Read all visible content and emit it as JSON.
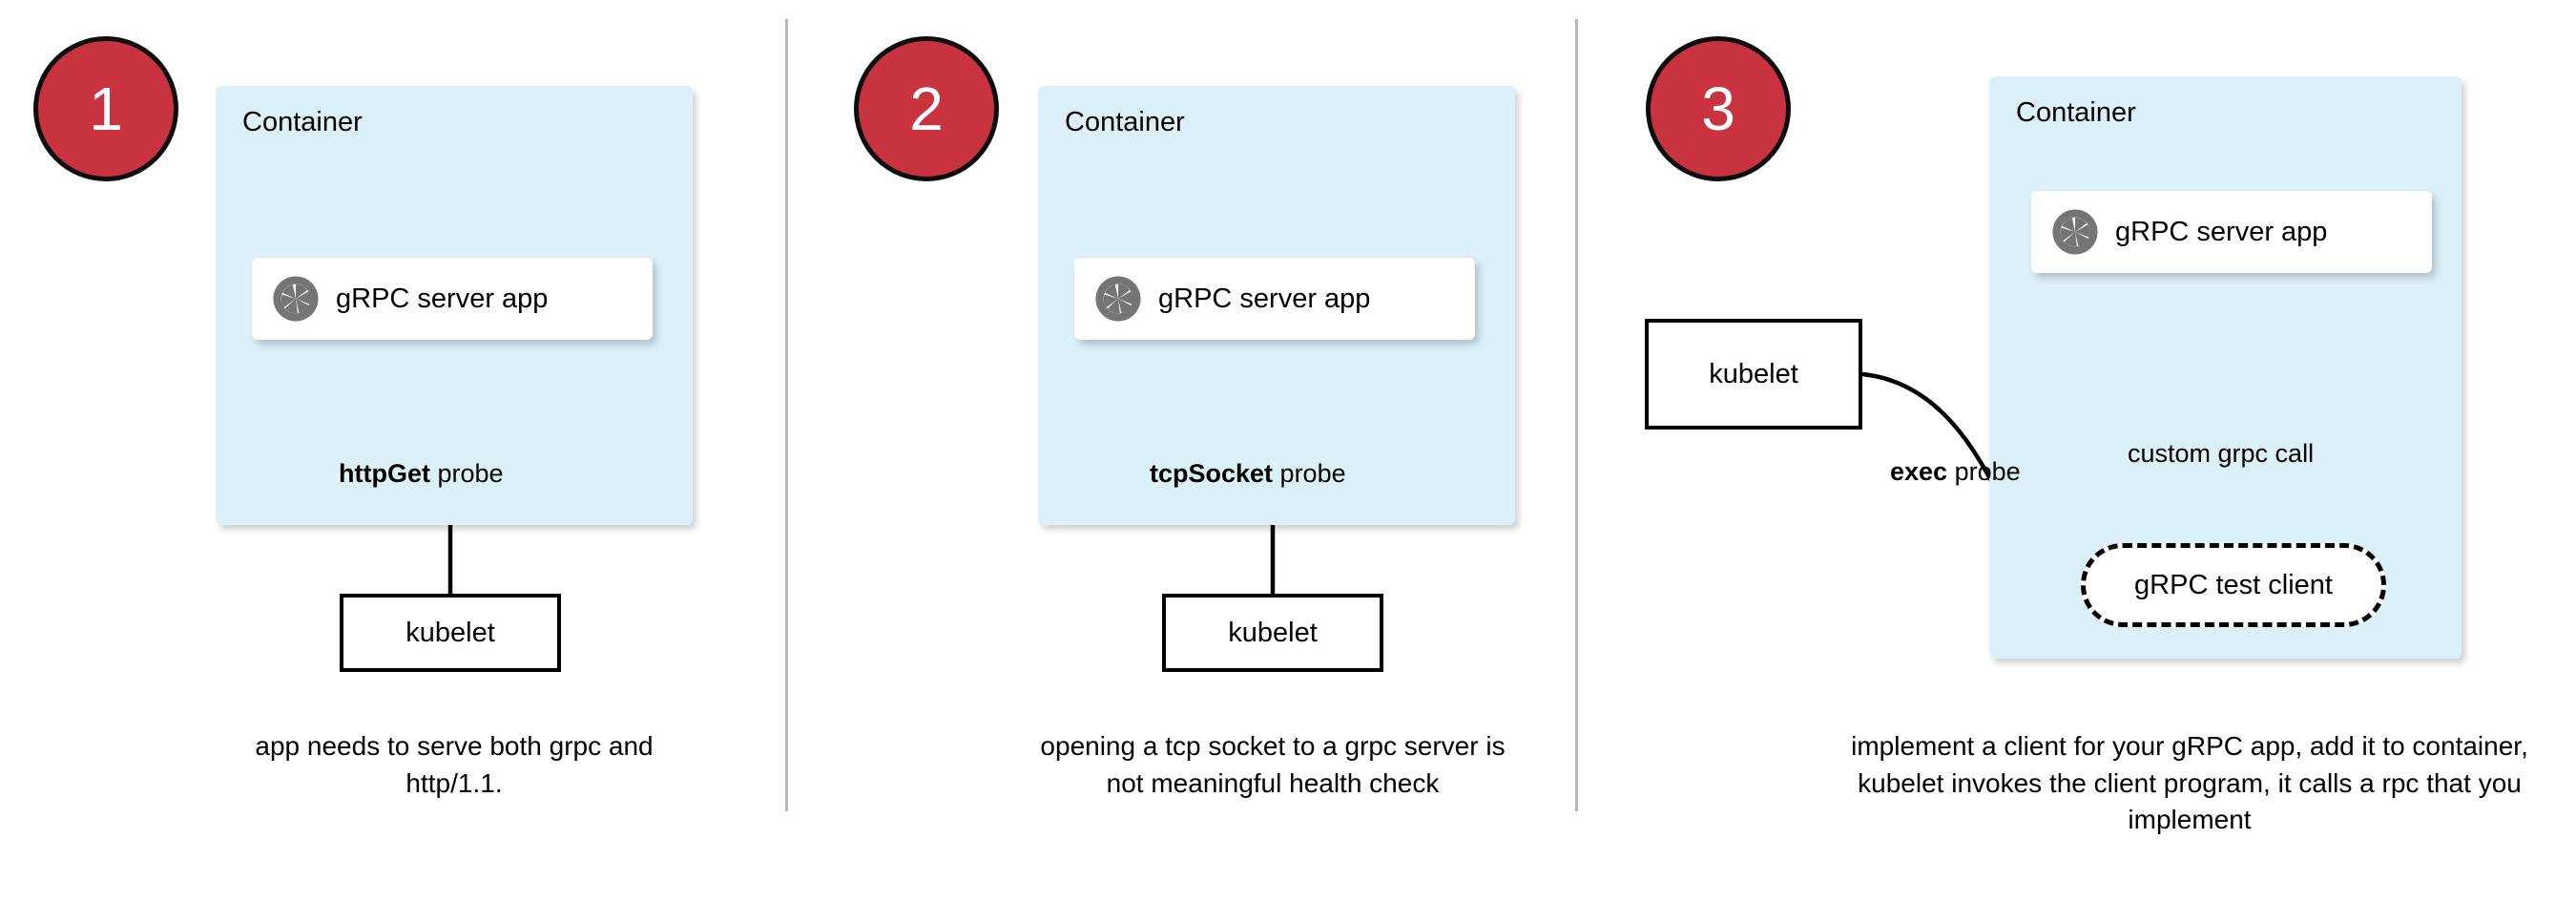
{
  "diagram": {
    "title": "gRPC health check probe approaches",
    "colors": {
      "badge_red": "#C9323F",
      "container_blue": "#DCF0FA",
      "card_white": "#FFFFFF",
      "stroke_black": "#000000",
      "divider_gray": "#B8B8B8",
      "grpc_icon_gray": "#757575"
    },
    "panels": [
      {
        "id": "panel-1",
        "step_number": "1",
        "container_label": "Container",
        "app_label": "gRPC server app",
        "app_icon": "grpc-logo-icon",
        "probe_label_bold": "httpGet",
        "probe_label_rest": " probe",
        "kubelet_label": "kubelet",
        "caption": "app needs to serve both grpc and http/1.1."
      },
      {
        "id": "panel-2",
        "step_number": "2",
        "container_label": "Container",
        "app_label": "gRPC server app",
        "app_icon": "grpc-logo-icon",
        "probe_label_bold": "tcpSocket",
        "probe_label_rest": " probe",
        "kubelet_label": "kubelet",
        "caption": "opening a tcp socket to a grpc server is not meaningful health check"
      },
      {
        "id": "panel-3",
        "step_number": "3",
        "container_label": "Container",
        "app_label": "gRPC server app",
        "app_icon": "grpc-logo-icon",
        "probe_label_bold": "exec",
        "probe_label_rest": " probe",
        "kubelet_label": "kubelet",
        "test_client_label": "gRPC test client",
        "internal_call_label": "custom grpc call",
        "caption": "implement a client for your gRPC app, add it to container, kubelet invokes the client program, it calls a rpc that you implement"
      }
    ]
  }
}
